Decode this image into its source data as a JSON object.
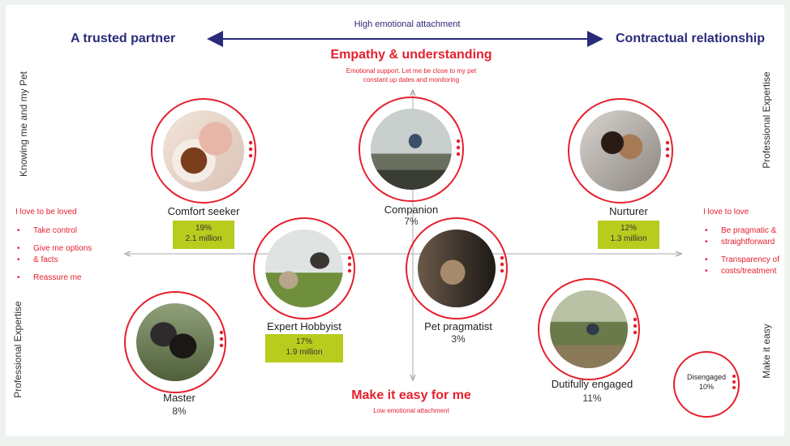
{
  "header": {
    "attachment_high": "High emotional attachment",
    "left_title": "A trusted partner",
    "right_title": "Contractual relationship"
  },
  "top_quadrant": {
    "title": "Empathy & understanding",
    "desc_line1": "Emotional support. Let me be close to my pet",
    "desc_line2": "constant up dates and monitoring"
  },
  "bottom_quadrant": {
    "title": "Make it easy for me",
    "desc": "Low emotional attachment"
  },
  "axes": {
    "left_top": "Knowing me and my Pet",
    "left_bottom": "Professional Expertise",
    "right_top": "Professional Expertise",
    "right_bottom": "Make it easy"
  },
  "left_needs": {
    "title": "I love to be loved",
    "items": [
      "Take control",
      "Give me options",
      "& facts",
      "Reassure me"
    ]
  },
  "right_needs": {
    "title": "I love to love",
    "items": [
      "Be pragmatic &",
      "straightforward",
      "Transparency of",
      "costs/treatment"
    ]
  },
  "segments": {
    "comfort_seeker": {
      "label": "Comfort seeker",
      "pct": "19%",
      "count": "2.1 million"
    },
    "companion": {
      "label": "Companion",
      "pct": "7%"
    },
    "nurturer": {
      "label": "Nurturer",
      "pct": "12%",
      "count": "1.3 million"
    },
    "expert_hobbyist": {
      "label": "Expert Hobbyist",
      "pct": "17%",
      "count": "1.9 million"
    },
    "pet_pragmatist": {
      "label": "Pet pragmatist",
      "pct": "3%"
    },
    "master": {
      "label": "Master",
      "pct": "8%"
    },
    "dutifully_engaged": {
      "label": "Dutifully engaged",
      "pct": "11%"
    },
    "disengaged": {
      "label": "Disengaged",
      "pct": "10%"
    }
  },
  "colors": {
    "navy": "#2a2a7a",
    "red": "#e5202e",
    "lime": "#b8cc1e"
  },
  "icons": [
    "double-arrow-icon",
    "axis-arrow-icon"
  ]
}
